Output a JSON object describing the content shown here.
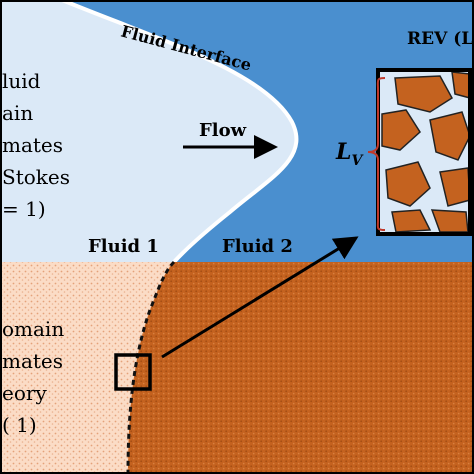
{
  "labels": {
    "fluid_interface": "Fluid Interface",
    "flow": "Flow",
    "fluid_1": "Fluid 1",
    "fluid_2": "Fluid 2",
    "rev": "REV (L",
    "lv": "L",
    "lv_sub": "V"
  },
  "left_upper_text": [
    "luid",
    "ain",
    "mates",
    "Stokes",
    "= 1)"
  ],
  "left_lower_text": [
    "omain",
    "mates",
    "eory",
    "( 1)"
  ],
  "colors": {
    "fluid_blue": "#4a8fcf",
    "light_blue": "#dbe9f7",
    "porous_light": "#fbd9c1",
    "porous_dark": "#c4621f",
    "grain": "#c4621f",
    "bracket": "#c0392b",
    "frame": "#000000"
  },
  "icons": [
    "flow-arrow-icon",
    "zoom-arrow-icon",
    "rev-box-icon",
    "bracket-icon"
  ]
}
